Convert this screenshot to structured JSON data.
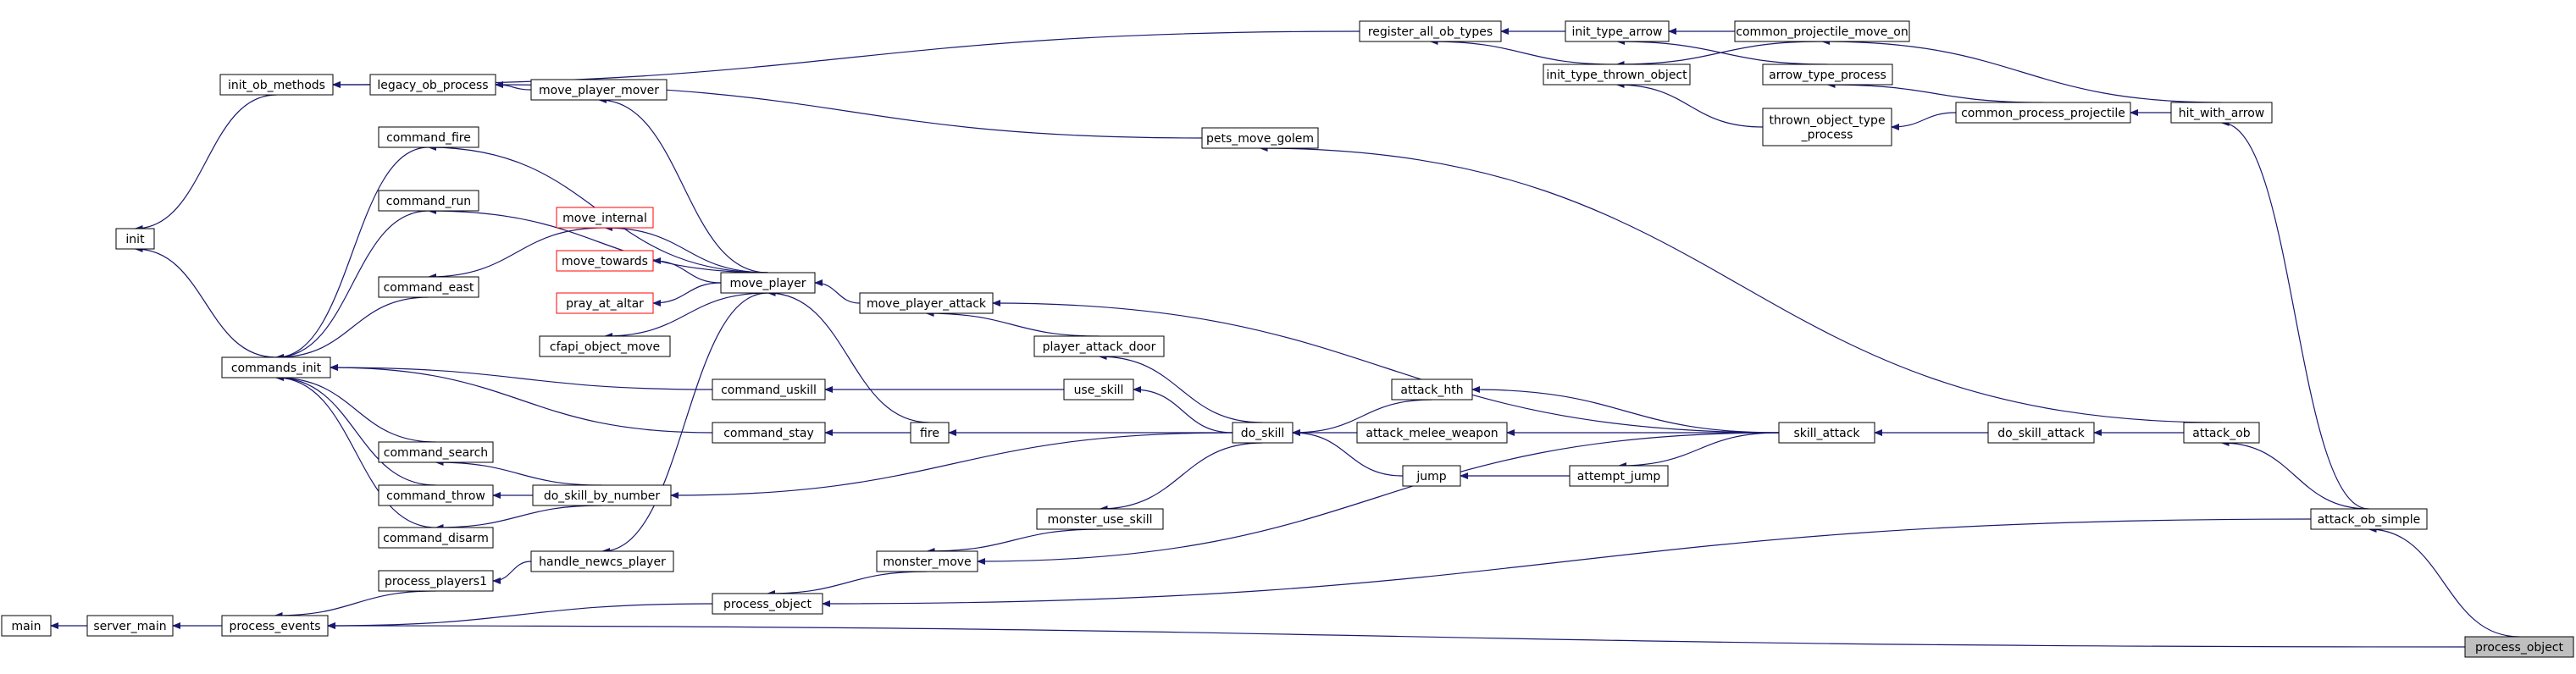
{
  "colors": {
    "edge": "#191970",
    "node_border": "#000000",
    "external_border": "#ff0000",
    "root_fill": "#bfbfbf"
  },
  "nodes": [
    {
      "id": "main",
      "lines": [
        "main"
      ]
    },
    {
      "id": "server_main",
      "lines": [
        "server_main"
      ]
    },
    {
      "id": "process_events",
      "lines": [
        "process_events"
      ]
    },
    {
      "id": "init",
      "lines": [
        "init"
      ]
    },
    {
      "id": "init_ob_methods",
      "lines": [
        "init_ob_methods"
      ]
    },
    {
      "id": "commands_init",
      "lines": [
        "commands_init"
      ]
    },
    {
      "id": "legacy_ob_process",
      "lines": [
        "legacy_ob_process"
      ]
    },
    {
      "id": "command_fire",
      "lines": [
        "command_fire"
      ]
    },
    {
      "id": "command_run",
      "lines": [
        "command_run"
      ]
    },
    {
      "id": "command_east",
      "lines": [
        "command_east"
      ]
    },
    {
      "id": "command_search",
      "lines": [
        "command_search"
      ]
    },
    {
      "id": "command_throw",
      "lines": [
        "command_throw"
      ]
    },
    {
      "id": "command_disarm",
      "lines": [
        "command_disarm"
      ]
    },
    {
      "id": "process_players1",
      "lines": [
        "process_players1"
      ]
    },
    {
      "id": "move_player_mover",
      "lines": [
        "move_player_mover"
      ]
    },
    {
      "id": "move_internal",
      "lines": [
        "move_internal"
      ],
      "external": true
    },
    {
      "id": "move_towards",
      "lines": [
        "move_towards"
      ],
      "external": true
    },
    {
      "id": "pray_at_altar",
      "lines": [
        "pray_at_altar"
      ],
      "external": true
    },
    {
      "id": "cfapi_object_move",
      "lines": [
        "cfapi_object_move"
      ]
    },
    {
      "id": "do_skill_by_number",
      "lines": [
        "do_skill_by_number"
      ]
    },
    {
      "id": "handle_newcs_player",
      "lines": [
        "handle_newcs_player"
      ]
    },
    {
      "id": "command_uskill",
      "lines": [
        "command_uskill"
      ]
    },
    {
      "id": "command_stay",
      "lines": [
        "command_stay"
      ]
    },
    {
      "id": "process_object_mid",
      "lines": [
        "process_object"
      ]
    },
    {
      "id": "move_player",
      "lines": [
        "move_player"
      ]
    },
    {
      "id": "move_player_attack",
      "lines": [
        "move_player_attack"
      ]
    },
    {
      "id": "monster_move",
      "lines": [
        "monster_move"
      ]
    },
    {
      "id": "fire",
      "lines": [
        "fire"
      ]
    },
    {
      "id": "use_skill",
      "lines": [
        "use_skill"
      ]
    },
    {
      "id": "player_attack_door",
      "lines": [
        "player_attack_door"
      ]
    },
    {
      "id": "monster_use_skill",
      "lines": [
        "monster_use_skill"
      ]
    },
    {
      "id": "pets_move_golem",
      "lines": [
        "pets_move_golem"
      ]
    },
    {
      "id": "do_skill",
      "lines": [
        "do_skill"
      ]
    },
    {
      "id": "register_all_ob_types",
      "lines": [
        "register_all_ob_types"
      ]
    },
    {
      "id": "attack_hth",
      "lines": [
        "attack_hth"
      ]
    },
    {
      "id": "attack_melee_weapon",
      "lines": [
        "attack_melee_weapon"
      ]
    },
    {
      "id": "jump",
      "lines": [
        "jump"
      ]
    },
    {
      "id": "init_type_arrow",
      "lines": [
        "init_type_arrow"
      ]
    },
    {
      "id": "init_type_thrown_object",
      "lines": [
        "init_type_thrown_object"
      ]
    },
    {
      "id": "attempt_jump",
      "lines": [
        "attempt_jump"
      ]
    },
    {
      "id": "common_projectile_move_on",
      "lines": [
        "common_projectile_move_on"
      ]
    },
    {
      "id": "arrow_type_process",
      "lines": [
        "arrow_type_process"
      ]
    },
    {
      "id": "thrown_object_type_process",
      "lines": [
        "thrown_object_type",
        "_process"
      ]
    },
    {
      "id": "skill_attack",
      "lines": [
        "skill_attack"
      ]
    },
    {
      "id": "common_process_projectile",
      "lines": [
        "common_process_projectile"
      ]
    },
    {
      "id": "do_skill_attack",
      "lines": [
        "do_skill_attack"
      ]
    },
    {
      "id": "hit_with_arrow",
      "lines": [
        "hit_with_arrow"
      ]
    },
    {
      "id": "attack_ob",
      "lines": [
        "attack_ob"
      ]
    },
    {
      "id": "attack_ob_simple",
      "lines": [
        "attack_ob_simple"
      ]
    },
    {
      "id": "process_object_root",
      "lines": [
        "process_object"
      ],
      "root": true
    }
  ]
}
